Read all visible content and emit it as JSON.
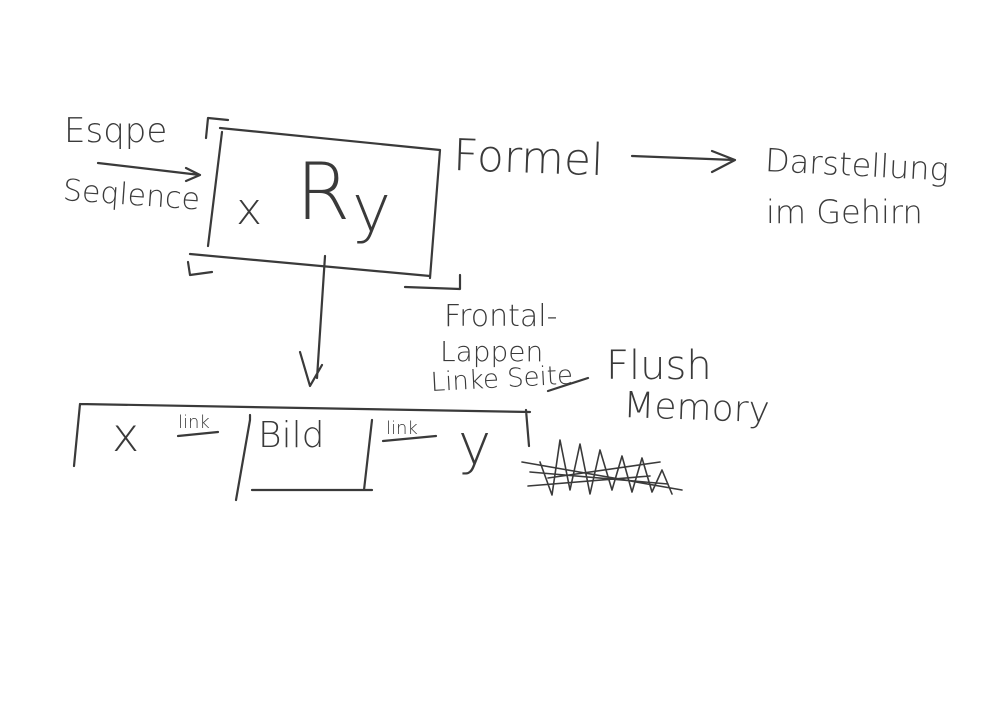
{
  "labels": {
    "escape_line1": "Esqpe",
    "escape_line2": "Seqlence",
    "box_x": "x",
    "box_R": "R",
    "box_y": "y",
    "formel": "Formel",
    "darstellung_line1": "Darstellung",
    "darstellung_line2": "im Gehirn",
    "frontal_line1": "Frontal-",
    "frontal_line2": "Lappen",
    "frontal_line3": "Linke Seite",
    "flush_line1": "Flush",
    "flush_line2": "Memory",
    "bottom_x": "x",
    "link_left": "link",
    "bild": "Bild",
    "link_right": "link",
    "bottom_y": "y"
  },
  "colors": {
    "ink": "#3a3a3a",
    "background": "#ffffff"
  }
}
